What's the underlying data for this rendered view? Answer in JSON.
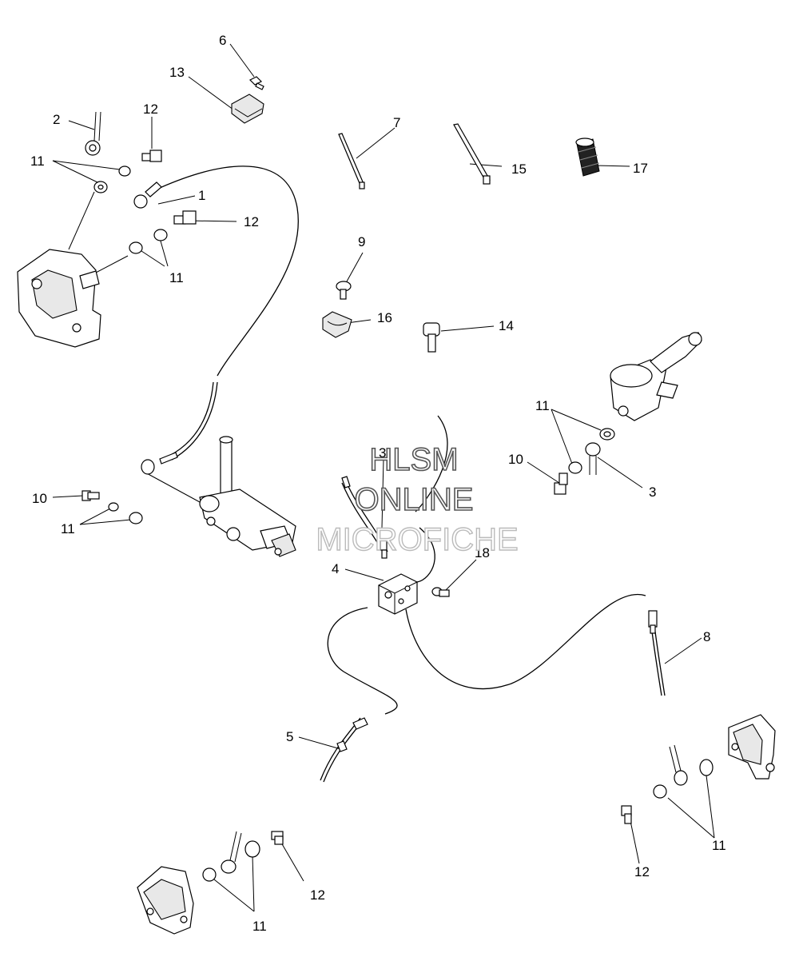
{
  "watermark": {
    "line1": "HLSM",
    "line2": "ONLINE",
    "line3": "MICROFICHE"
  },
  "callouts": [
    "1",
    "2",
    "3",
    "3",
    "4",
    "5",
    "6",
    "7",
    "8",
    "9",
    "10",
    "10",
    "11",
    "11",
    "11",
    "11",
    "11",
    "11",
    "12",
    "12",
    "12",
    "12",
    "13",
    "14",
    "15",
    "16",
    "17",
    "18"
  ]
}
